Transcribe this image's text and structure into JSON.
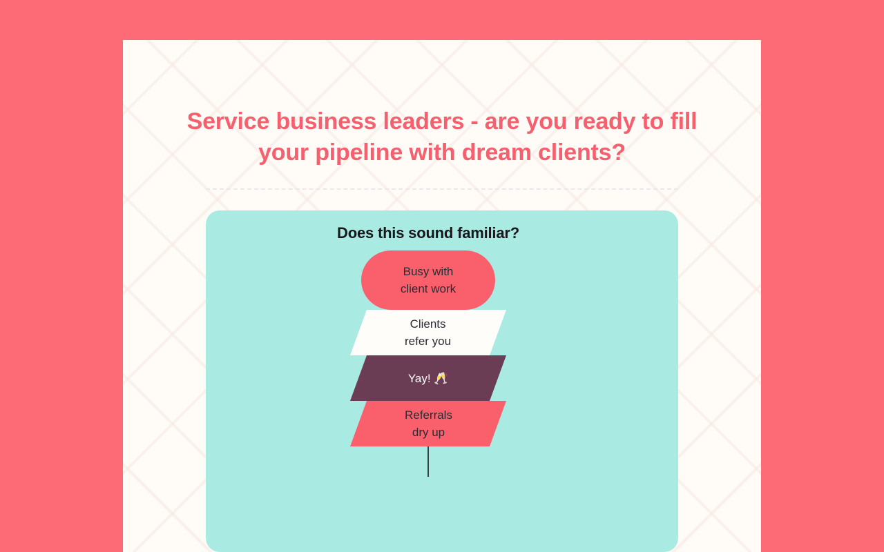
{
  "page": {
    "background_color": "#fc6b76",
    "panel_color": "#fffbf7",
    "headline": "Service business leaders - are you ready to fill your pipeline with dream clients?",
    "headline_color": "#f4606e"
  },
  "divider": {
    "style": "dashed",
    "color": "#ece7ee"
  },
  "flow_card": {
    "background_color": "#a9ebe3",
    "title": "Does this sound familiar?",
    "title_color": "#17181a"
  },
  "flowchart": {
    "type": "diagram",
    "orientation": "top-to-bottom",
    "nodes": [
      {
        "id": "busy",
        "label": "Busy with\nclient work",
        "line1": "Busy with",
        "line2": "client work",
        "shape": "pill",
        "fill": "#fa5f6c",
        "text_color": "#2b2b33"
      },
      {
        "id": "refer",
        "label": "Clients\nrefer you",
        "line1": "Clients",
        "line2": "refer you",
        "shape": "parallelogram",
        "fill": "#fffdfa",
        "text_color": "#2b2b33"
      },
      {
        "id": "yay",
        "label": "Yay! 🥂",
        "line1": "Yay! 🥂",
        "line2": "",
        "shape": "parallelogram",
        "fill": "#6b3d55",
        "text_color": "#fdfdfd"
      },
      {
        "id": "dryup",
        "label": "Referrals\ndry up",
        "line1": "Referrals",
        "line2": "dry up",
        "shape": "parallelogram",
        "fill": "#fa5f6c",
        "text_color": "#2b2b33"
      }
    ],
    "edges": [
      {
        "from": "busy",
        "to": "refer",
        "arrow": true
      },
      {
        "from": "refer",
        "to": "yay",
        "arrow": true
      },
      {
        "from": "yay",
        "to": "dryup",
        "arrow": true
      },
      {
        "from": "dryup",
        "to": "",
        "arrow": false
      }
    ],
    "arrow_color": "#3c4043"
  }
}
